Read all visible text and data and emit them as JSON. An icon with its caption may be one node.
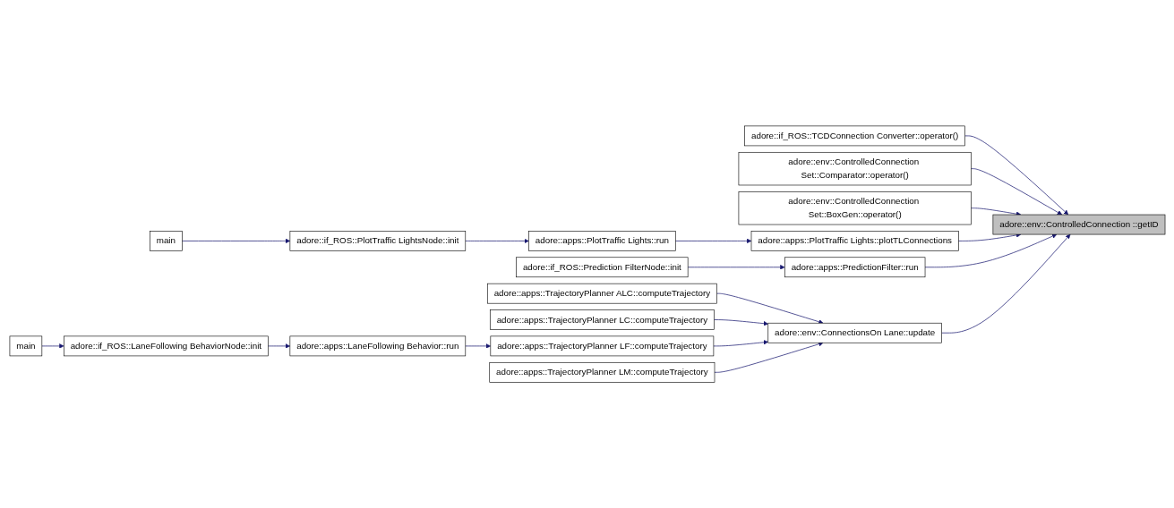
{
  "diagram": {
    "nodes": [
      {
        "text": [
          "adore::env::ControlledConnection ::getID"
        ]
      },
      {
        "text": [
          "adore::if_ROS::TCDConnection Converter::operator()"
        ]
      },
      {
        "text": [
          "adore::env::ControlledConnection Set::Comparator::operator()"
        ]
      },
      {
        "text": [
          "adore::env::ControlledConnection Set::BoxGen::operator()"
        ]
      },
      {
        "text": [
          "adore::apps::PlotTraffic Lights::plotTLConnections"
        ]
      },
      {
        "text": [
          "adore::apps::PredictionFilter::run"
        ]
      },
      {
        "text": [
          "adore::env::ConnectionsOn Lane::update"
        ]
      },
      {
        "text": [
          "adore::apps::PlotTraffic Lights::run"
        ]
      },
      {
        "text": [
          "adore::if_ROS::PlotTraffic LightsNode::init"
        ]
      },
      {
        "text": [
          "main"
        ]
      },
      {
        "text": [
          "adore::if_ROS::Prediction FilterNode::init"
        ]
      },
      {
        "text": [
          "adore::apps::TrajectoryPlanner ALC::computeTrajectory"
        ]
      },
      {
        "text": [
          "adore::apps::TrajectoryPlanner LC::computeTrajectory"
        ]
      },
      {
        "text": [
          "adore::apps::TrajectoryPlanner LF::computeTrajectory"
        ]
      },
      {
        "text": [
          "adore::apps::TrajectoryPlanner LM::computeTrajectory"
        ]
      },
      {
        "text": [
          "adore::apps::LaneFollowing Behavior::run"
        ]
      },
      {
        "text": [
          "adore::if_ROS::LaneFollowing BehaviorNode::init"
        ]
      },
      {
        "text": [
          "main"
        ]
      }
    ],
    "edges": [
      {
        "from": 1,
        "to": 0,
        "arrow": "to"
      },
      {
        "from": 2,
        "to": 0,
        "arrow": "to"
      },
      {
        "from": 3,
        "to": 0,
        "arrow": "to"
      },
      {
        "from": 4,
        "to": 0,
        "arrow": "to"
      },
      {
        "from": 5,
        "to": 0,
        "arrow": "to"
      },
      {
        "from": 6,
        "to": 0,
        "arrow": "to"
      },
      {
        "from": 7,
        "to": 4,
        "arrow": "to"
      },
      {
        "from": 8,
        "to": 7,
        "arrow": "to"
      },
      {
        "from": 9,
        "to": 8,
        "arrow": "to"
      },
      {
        "from": 10,
        "to": 5,
        "arrow": "to"
      },
      {
        "from": 11,
        "to": 6,
        "arrow": "to"
      },
      {
        "from": 12,
        "to": 6,
        "arrow": "to"
      },
      {
        "from": 13,
        "to": 6,
        "arrow": "to"
      },
      {
        "from": 14,
        "to": 6,
        "arrow": "to"
      },
      {
        "from": 15,
        "to": 13,
        "arrow": "to"
      },
      {
        "from": 16,
        "to": 15,
        "arrow": "to"
      },
      {
        "from": 17,
        "to": 16,
        "arrow": "to"
      }
    ]
  }
}
